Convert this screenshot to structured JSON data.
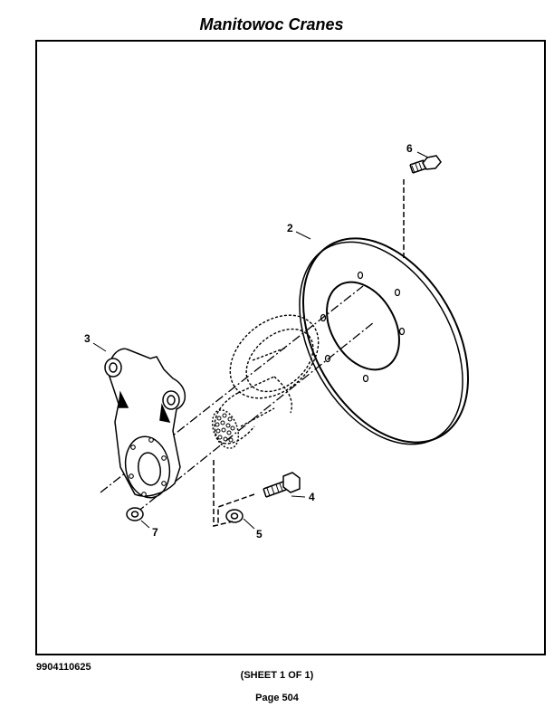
{
  "header": {
    "title": "Manitowoc Cranes"
  },
  "diagram": {
    "callouts": [
      "2",
      "3",
      "4",
      "5",
      "6",
      "7"
    ]
  },
  "footer": {
    "document_number": "9904110625",
    "sheet": "(SHEET 1 OF 1)",
    "page": "Page 504"
  }
}
